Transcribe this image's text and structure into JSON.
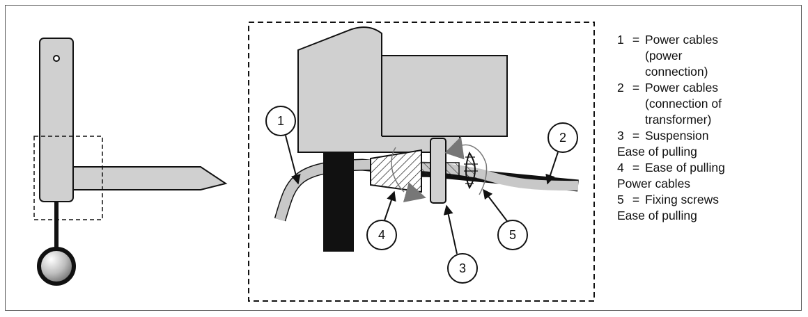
{
  "colors": {
    "housing_fill": "#d0d0d0",
    "outline": "#111111",
    "cable_fill": "#c8c8c8",
    "post": "#111111",
    "frame_border": "#555555"
  },
  "callouts": [
    "1",
    "2",
    "3",
    "4",
    "5"
  ],
  "legend": [
    {
      "number": "1",
      "eq": "=",
      "lines": [
        "Power cables",
        "(power",
        "connection)"
      ],
      "indent_from": 1
    },
    {
      "number": "2",
      "eq": "=",
      "lines": [
        "Power cables",
        "(connection of",
        "transformer)"
      ],
      "indent_from": 1
    },
    {
      "number": "3",
      "eq": "=",
      "lines": [
        "Suspension",
        "Ease of pulling"
      ],
      "indent_from": 99
    },
    {
      "number": "4",
      "eq": "=",
      "lines": [
        "Ease of pulling",
        "Power cables"
      ],
      "indent_from": 99
    },
    {
      "number": "5",
      "eq": "=",
      "lines": [
        "Fixing screws",
        "Ease of pulling"
      ],
      "indent_from": 99
    }
  ]
}
